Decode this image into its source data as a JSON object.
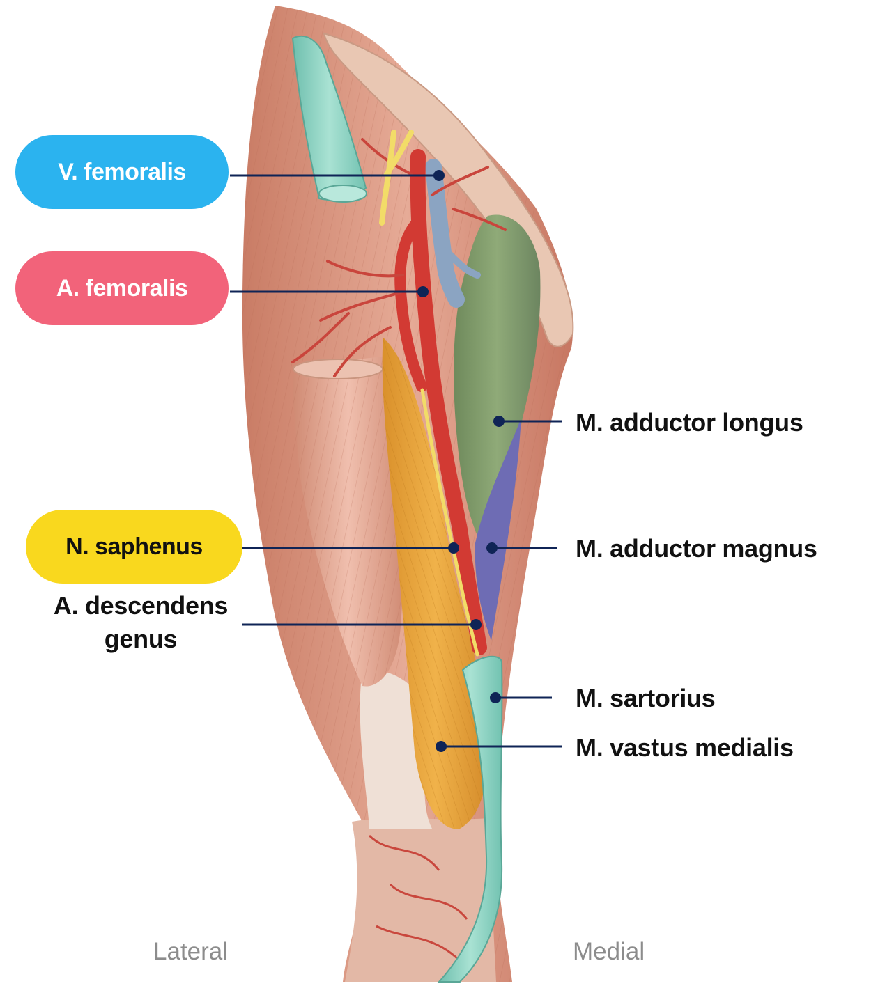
{
  "labels": {
    "vein": "V. femoralis",
    "artery": "A. femoralis",
    "nerve": "N. saphenus",
    "descending_artery_line1": "A. descendens",
    "descending_artery_line2": "genus",
    "adductor_longus": "M. adductor longus",
    "adductor_magnus": "M. adductor magnus",
    "sartorius": "M. sartorius",
    "vastus_medialis": "M. vastus medialis"
  },
  "orientation": {
    "lateral": "Lateral",
    "medial": "Medial"
  },
  "colors": {
    "vein_pill": "#2bb3ef",
    "artery_pill": "#f2637a",
    "nerve_pill": "#f9d81e",
    "leader_line": "#0f2456",
    "muscle": "#d89a86",
    "artery": "#d63a32",
    "vein": "#8aa3bf",
    "nerve": "#f1dc6a",
    "adductor_longus": "#7f9b6c",
    "adductor_magnus": "#6f6fb6",
    "sartorius": "#8fd3c2",
    "vastus_medialis": "#e8a43a"
  }
}
